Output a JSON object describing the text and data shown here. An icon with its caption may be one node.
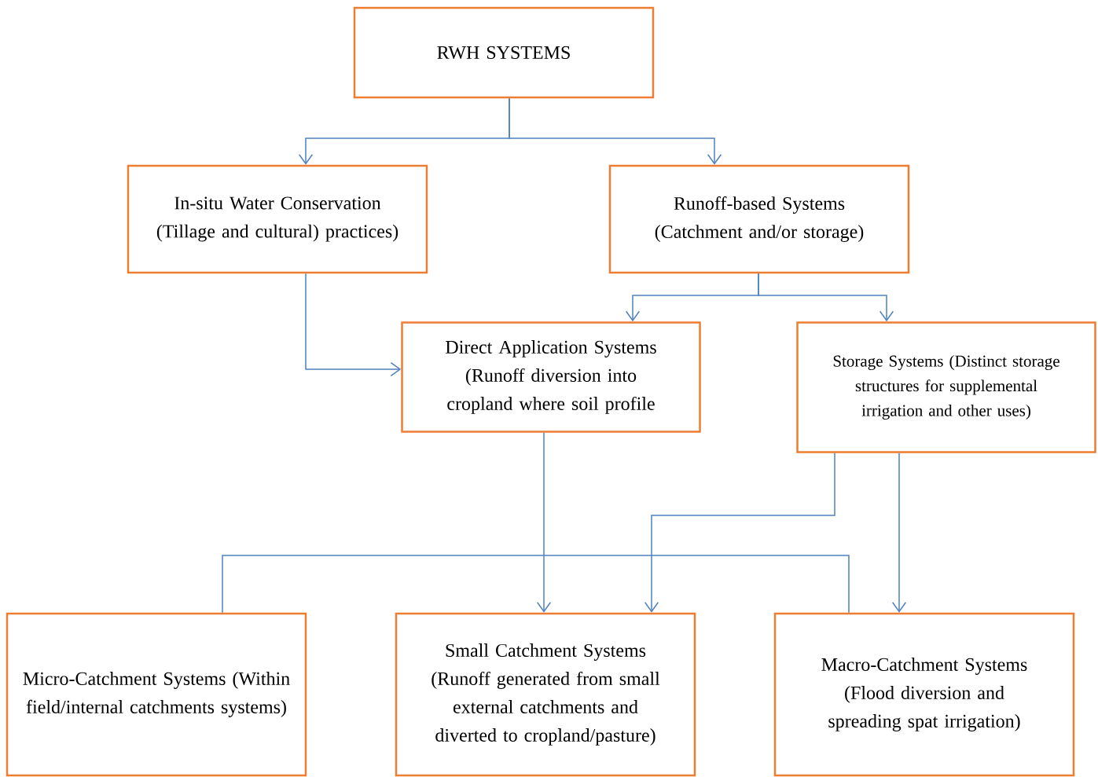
{
  "diagram": {
    "nodes": [
      {
        "text": [
          "RWH SYSTEMS"
        ]
      },
      {
        "text": [
          "In-situ Water Conservation (Tillage and cultural) practices)"
        ]
      },
      {
        "text": [
          "Runoff-based Systems (Catchment and/or storage)"
        ]
      },
      {
        "text": [
          "Direct Application Systems (Runoff diversion into cropland where soil profile"
        ]
      },
      {
        "text": [
          "Storage Systems (Distinct storage structures for supplemental irrigation and other uses)"
        ]
      },
      {
        "text": [
          "Micro-Catchment Systems (Within field/internal catchments systems)"
        ]
      },
      {
        "text": [
          "Small Catchment Systems (Runoff generated from small external catchments and diverted to cropland/pasture)"
        ]
      },
      {
        "text": [
          "Macro-Catchment Systems (Flood diversion and spreading spat irrigation)"
        ]
      }
    ],
    "edges": [
      {
        "from": 0,
        "to": 1,
        "arrow": "to"
      },
      {
        "from": 0,
        "to": 2,
        "arrow": "to"
      },
      {
        "from": 1,
        "to": 3,
        "arrow": "to"
      },
      {
        "from": 2,
        "to": 3,
        "arrow": "to"
      },
      {
        "from": 2,
        "to": 4,
        "arrow": "to"
      },
      {
        "from": 3,
        "to": 6,
        "arrow": "to"
      },
      {
        "from": 4,
        "to": 6,
        "arrow": "to"
      },
      {
        "from": 4,
        "to": 7,
        "arrow": "to"
      },
      {
        "from": 5,
        "to": 7,
        "arrow": "none"
      }
    ]
  }
}
